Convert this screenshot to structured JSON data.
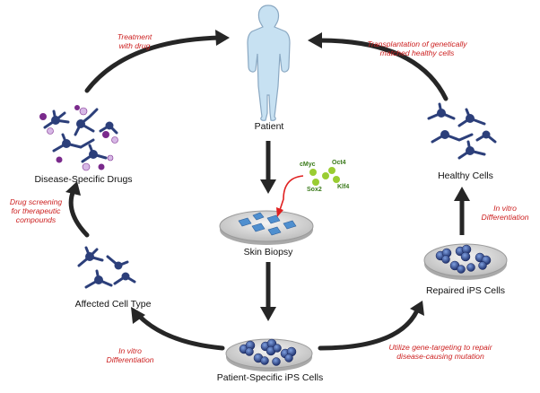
{
  "colors": {
    "arrow": "#262626",
    "note_text": "#cc1f1f",
    "cell": "#2c3f7a",
    "cell_light": "#5a72b8",
    "dish": "#d9d9d9",
    "body_fill": "#c7e1f2",
    "body_stroke": "#8aa8c2",
    "factor_green": "#9acd32",
    "factor_text": "#3a7a1a",
    "drug_purple": "#7a2a8c",
    "drug_light": "#d7b8e6",
    "red_arrow": "#e02020"
  },
  "nodes": {
    "patient": "Patient",
    "skin_biopsy": "Skin Biopsy",
    "patient_ips": "Patient-Specific iPS Cells",
    "affected_cell": "Affected Cell Type",
    "disease_drugs": "Disease-Specific Drugs",
    "repaired_ips": "Repaired iPS Cells",
    "healthy_cells": "Healthy Cells"
  },
  "notes": {
    "treatment": [
      "Treatment",
      "with drug"
    ],
    "transplantation": [
      "Transplantation of genetically",
      "matched healthy cells"
    ],
    "drug_screening": [
      "Drug screening",
      "for therapeutic",
      "compounds"
    ],
    "in_vitro_left": [
      "In vitro",
      "Differentiation"
    ],
    "in_vitro_right": [
      "In vitro",
      "Differentiation"
    ],
    "gene_targeting": [
      "Utilize gene-targeting to repair",
      "disease-causing mutation"
    ]
  },
  "factors": {
    "cmyc": "cMyc",
    "oct4": "Oct4",
    "sox2": "Sox2",
    "klf4": "Klf4"
  }
}
